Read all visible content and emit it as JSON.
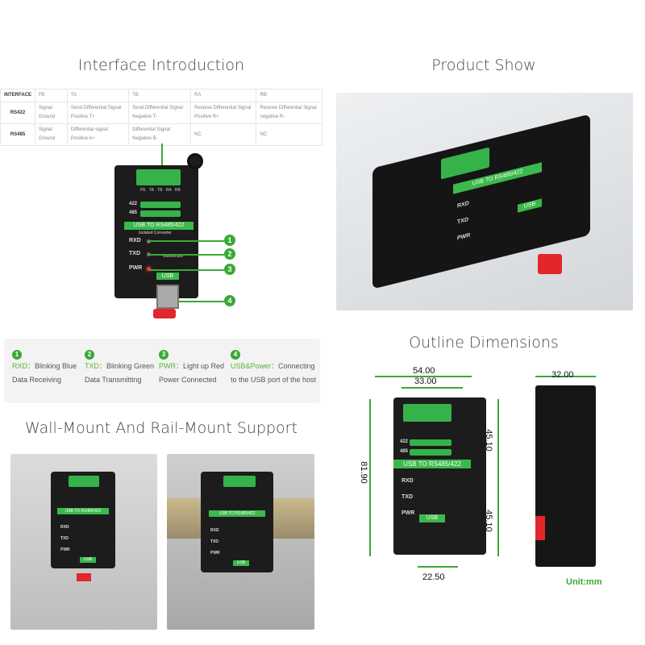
{
  "interface": {
    "title": "Interface Introduction",
    "headers": [
      "INTERFACE",
      "PE",
      "TA",
      "TB",
      "RA",
      "RB"
    ],
    "rows": [
      {
        "name": "RS422",
        "cells": [
          "Signal Ground",
          "Send Differential Signal Positive T+",
          "Send Differential Signal Negative T-",
          "Receive Differential Signal Positive R+",
          "Receive Differential Signal negative R-"
        ]
      },
      {
        "name": "RS485",
        "cells": [
          "Signal Ground",
          "Differential signal Positive A+",
          "Differential Signal Negative B-",
          "NC",
          "NC"
        ]
      }
    ]
  },
  "device": {
    "pins": [
      "PE",
      "TA",
      "TB",
      "RA",
      "RB"
    ],
    "row1": "422",
    "row2": "485",
    "banner": "USB TO RS485/422",
    "subtitle": "Isolated Converter",
    "rxd": "RXD",
    "txd": "TXD",
    "pwr": "PWR",
    "usb": "USB",
    "brand": "Waveshare"
  },
  "callouts": [
    "1",
    "2",
    "3",
    "4"
  ],
  "legend": [
    {
      "num": "1",
      "key": "RXD：",
      "val": "Blinking Blue",
      "desc": "Data Receiving"
    },
    {
      "num": "2",
      "key": "TXD：",
      "val": "Blinking Green",
      "desc": "Data Transmitting"
    },
    {
      "num": "3",
      "key": "PWR：",
      "val": "Light up Red",
      "desc": "Power Connected"
    },
    {
      "num": "4",
      "key": "USB&Power：",
      "val": "Connecting",
      "desc": "to the USB port of the host"
    }
  ],
  "mount": {
    "title": "Wall-Mount And Rail-Mount Support"
  },
  "product": {
    "title": "Product Show"
  },
  "outline": {
    "title": "Outline Dimensions",
    "w_total": "54.00",
    "w_inner": "33.00",
    "h_total": "81.90",
    "h_upper": "45.10",
    "h_lower": "45.10",
    "usb_w": "22.50",
    "depth": "32.00",
    "unit": "Unit:mm"
  },
  "colors": {
    "accent": "#3aa935",
    "device": "#1c1c1c",
    "terminal": "#35b34a"
  }
}
